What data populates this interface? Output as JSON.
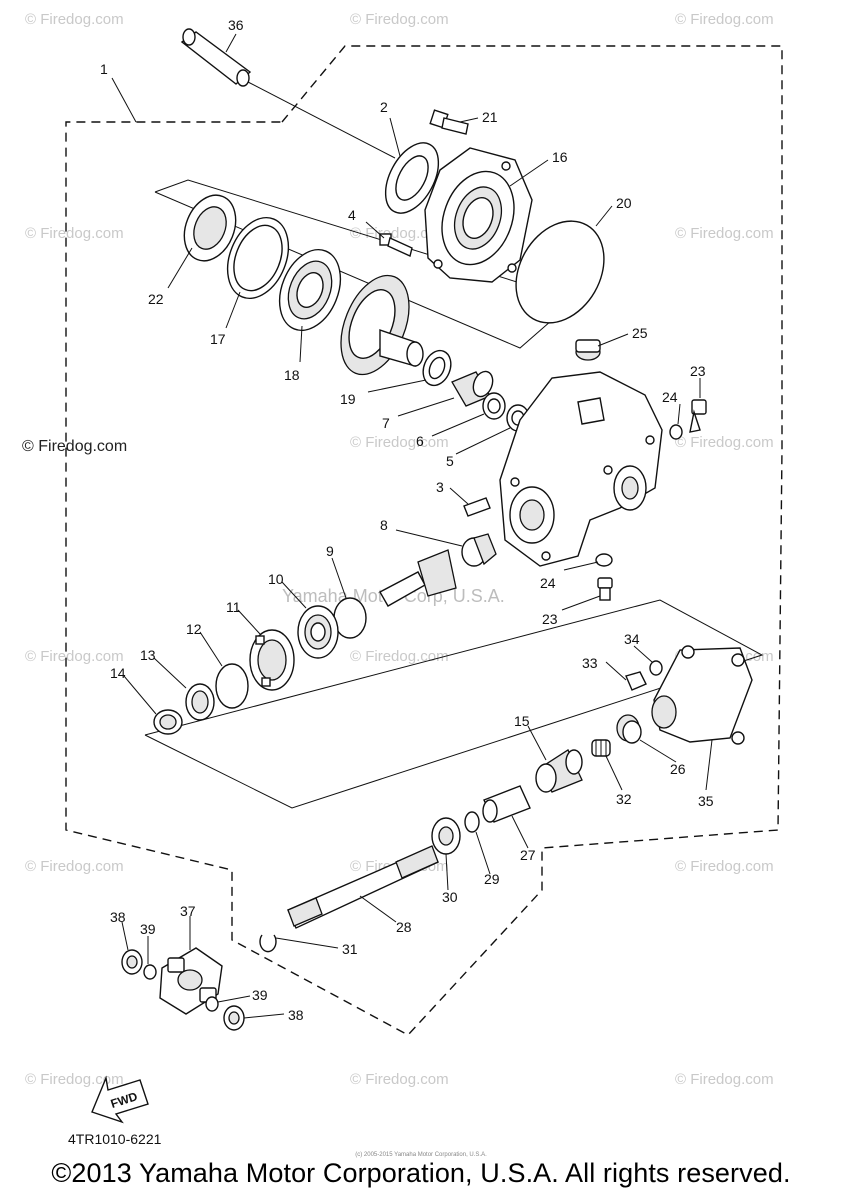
{
  "watermark_text": "© Firedog.com",
  "center_watermark": "Yamaha Motor Corp, U.S.A.",
  "fwd_label": "FWD",
  "diagram_code": "4TR1010-6221",
  "copyright": "©2013 Yamaha Motor Corporation, U.S.A. All rights reserved.",
  "small_copyright": "(c) 2005-2015 Yamaha Motor Corporation, U.S.A.",
  "callouts": {
    "c1": "1",
    "c2": "2",
    "c3": "3",
    "c4": "4",
    "c5": "5",
    "c6": "6",
    "c7": "7",
    "c8": "8",
    "c9": "9",
    "c10": "10",
    "c11": "11",
    "c12": "12",
    "c13": "13",
    "c14": "14",
    "c15": "15",
    "c16": "16",
    "c17": "17",
    "c18": "18",
    "c19": "19",
    "c20": "20",
    "c21": "21",
    "c22": "22",
    "c23a": "23",
    "c23b": "23",
    "c24a": "24",
    "c24b": "24",
    "c25": "25",
    "c26": "26",
    "c27": "27",
    "c28": "28",
    "c29": "29",
    "c30": "30",
    "c31": "31",
    "c32": "32",
    "c33": "33",
    "c34": "34",
    "c35": "35",
    "c36": "36",
    "c37": "37",
    "c38a": "38",
    "c38b": "38",
    "c39a": "39",
    "c39b": "39"
  }
}
